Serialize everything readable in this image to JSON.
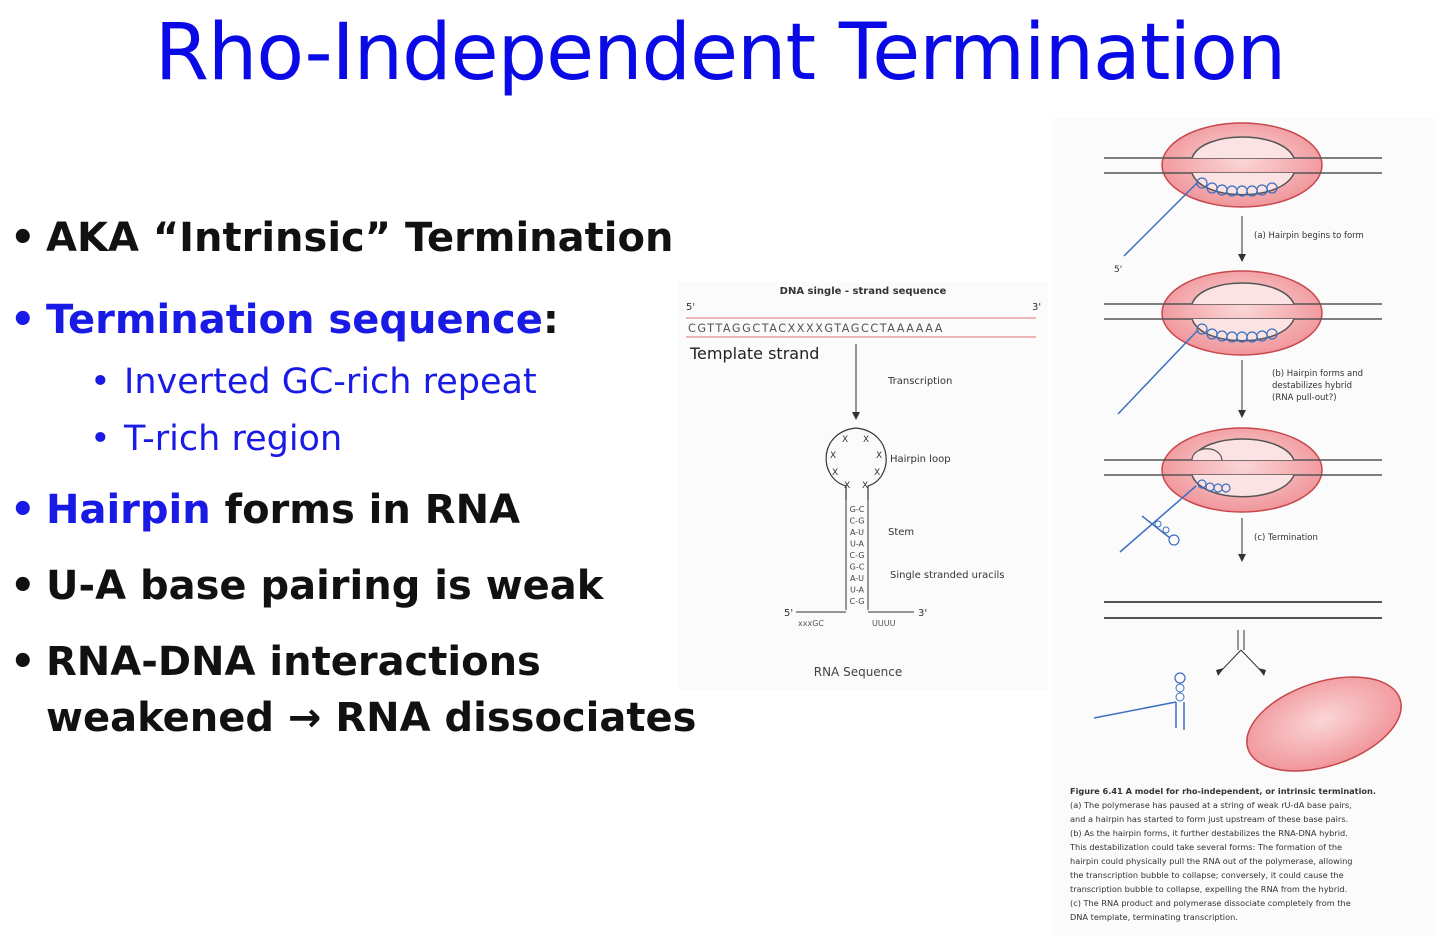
{
  "title": "Rho-Independent Termination",
  "bullets": [
    {
      "bullet": "•",
      "text": "AKA “Intrinsic” Termination"
    },
    {
      "bullet": "•",
      "highlight": "Termination sequence",
      "rest": ":"
    },
    {
      "bullet": "•",
      "text": "Inverted GC-rich repeat"
    },
    {
      "bullet": "•",
      "text": "T-rich region"
    },
    {
      "bullet": "•",
      "highlight": "Hairpin",
      "rest": " forms in RNA"
    },
    {
      "bullet": "•",
      "text": "U-A base pairing is weak"
    },
    {
      "bullet": "•",
      "line1": "RNA-DNA interactions",
      "line2_a": "weakened ",
      "arrow": "→",
      "line2_b": " RNA dissociates"
    }
  ],
  "hairpin_diagram": {
    "heading": "DNA single - strand sequence",
    "five_prime": "5'",
    "three_prime": "3'",
    "sequence": "CGTTAGGCTACXXXXGTAGCCTAAAAAA",
    "template_label": "Template strand",
    "transcription_label": "Transcription",
    "hairpin_loop_label": "Hairpin loop",
    "stem_label": "Stem",
    "uracils_label": "Single stranded uracils",
    "rna_left": "xxxGC",
    "rna_right": "UUUU",
    "rna_label": "RNA Sequence",
    "loop_letter": "X",
    "stem_pairs": [
      "G-C",
      "C-G",
      "A-U",
      "U-A",
      "C-G",
      "G-C",
      "A-U",
      "U-A",
      "C-G"
    ]
  },
  "termination_model": {
    "five_prime": "5'",
    "step_a": "(a) Hairpin begins to form",
    "step_b_lines": [
      "(b) Hairpin forms and",
      "destabilizes hybrid",
      "(RNA pull-out?)"
    ],
    "step_c": "(c) Termination",
    "colors": {
      "polymerase_fill": "#f4a0a3",
      "polymerase_stroke": "#d9534f",
      "rna": "#3c6fc0"
    }
  },
  "caption": {
    "heading": "Figure 6.41  A model for rho-independent, or intrinsic termination.",
    "lines": [
      "(a) The polymerase has paused at a string of weak rU-dA base pairs,",
      "and a hairpin has started to form just upstream of these base pairs.",
      "(b) As the hairpin forms, it further destabilizes the RNA-DNA hybrid.",
      "This destabilization could take several forms: The formation of the",
      "hairpin could physically pull the RNA out of the polymerase, allowing",
      "the transcription bubble to collapse; conversely, it could cause the",
      "transcription bubble to collapse, expelling the RNA from the hybrid.",
      "(c) The RNA product and polymerase dissociate completely from the",
      "DNA template, terminating transcription."
    ]
  },
  "colors": {
    "title": "#0a0ae6",
    "highlight": "#1a1ae6",
    "body": "#111111"
  }
}
